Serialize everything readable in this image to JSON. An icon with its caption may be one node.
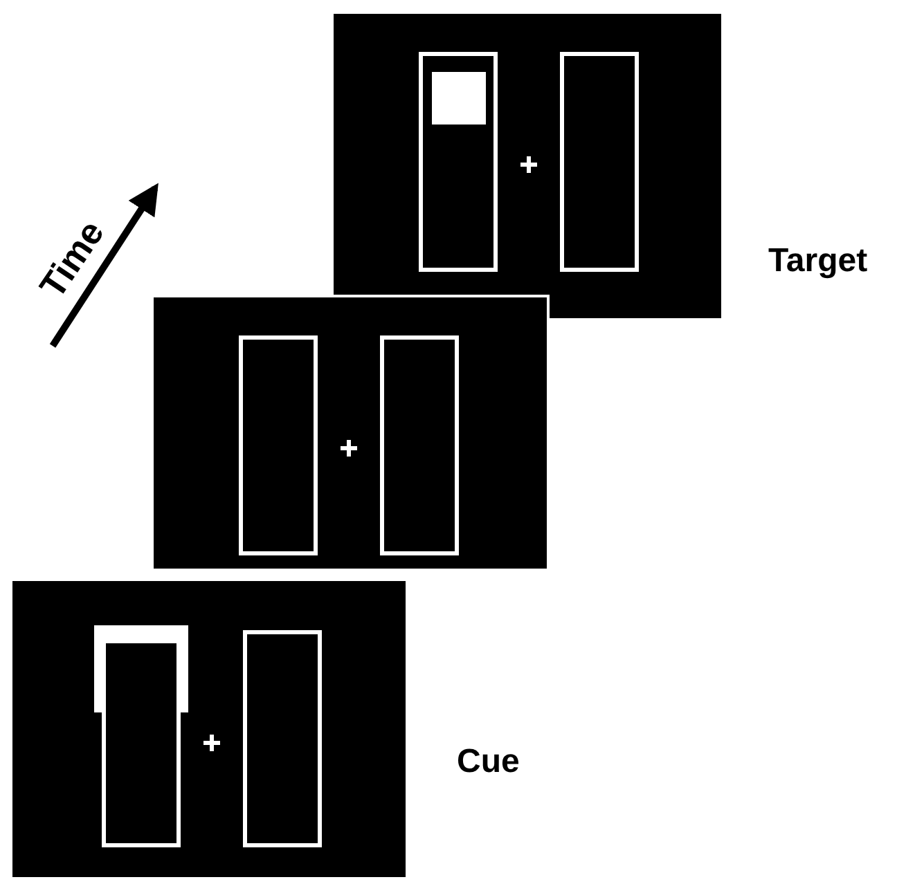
{
  "diagram": {
    "nodes": [
      {
        "text": [],
        "shape": "box",
        "beside": [
          "Target"
        ]
      },
      {
        "text": [],
        "shape": "box"
      },
      {
        "text": [],
        "shape": "box",
        "beside": [
          "Cue"
        ]
      }
    ],
    "labels": [
      "Time"
    ]
  }
}
